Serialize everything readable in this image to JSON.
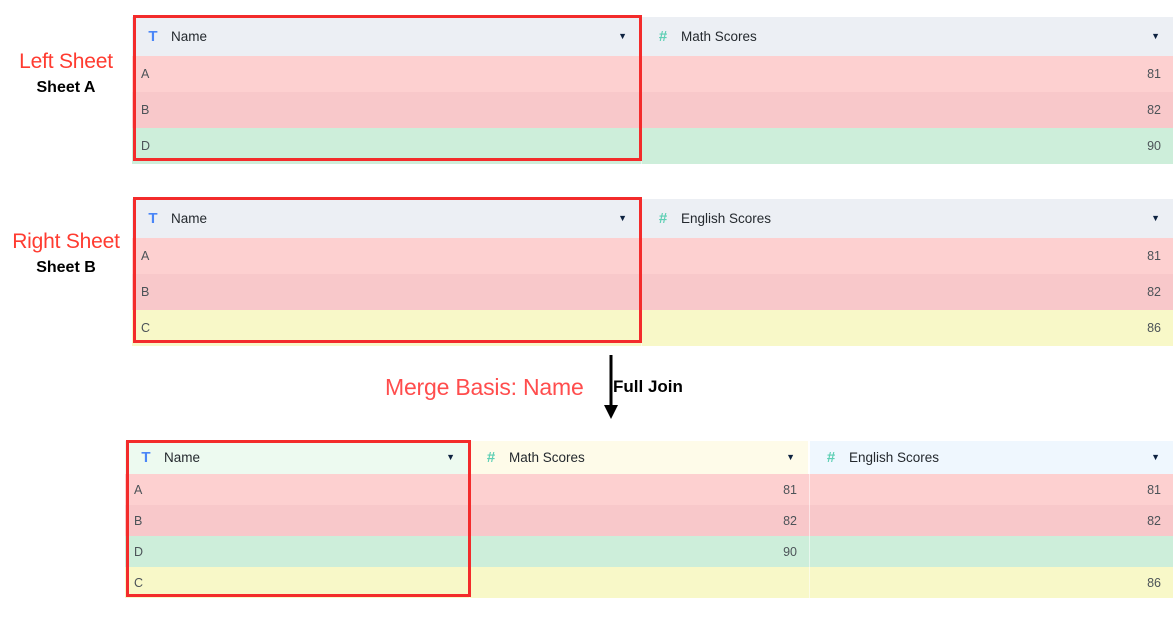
{
  "labels": {
    "left_sheet": "Left Sheet",
    "left_sheet_name": "Sheet A",
    "right_sheet": "Right Sheet",
    "right_sheet_name": "Sheet B"
  },
  "annotation": {
    "merge_basis": "Merge Basis: Name",
    "join_type": "Full Join",
    "arrow_icon": "down-arrow-icon",
    "red_color": "#ff4d4d",
    "black_color": "#000000"
  },
  "icons": {
    "text_type": "T",
    "number_type": "#",
    "caret": "▼",
    "text_type_name": "text-column-type-icon",
    "number_type_name": "number-column-type-icon",
    "caret_name": "chevron-down-icon",
    "text_color": "#4a86f7",
    "number_color": "#5ecfb4"
  },
  "sheet_a": {
    "columns": [
      {
        "label": "Name",
        "type": "text"
      },
      {
        "label": "Math Scores",
        "type": "number"
      }
    ],
    "rows": [
      {
        "name": "A",
        "score": "81",
        "fill": "pinkA"
      },
      {
        "name": "B",
        "score": "82",
        "fill": "pinkB"
      },
      {
        "name": "D",
        "score": "90",
        "fill": "green"
      }
    ]
  },
  "sheet_b": {
    "columns": [
      {
        "label": "Name",
        "type": "text"
      },
      {
        "label": "English Scores",
        "type": "number"
      }
    ],
    "rows": [
      {
        "name": "A",
        "score": "81",
        "fill": "pinkA"
      },
      {
        "name": "B",
        "score": "82",
        "fill": "pinkB"
      },
      {
        "name": "C",
        "score": "86",
        "fill": "yellow"
      }
    ]
  },
  "merged_sheet": {
    "columns": [
      {
        "label": "Name",
        "type": "text",
        "tint": "green"
      },
      {
        "label": "Math Scores",
        "type": "number",
        "tint": "yellow"
      },
      {
        "label": "English Scores",
        "type": "number",
        "tint": "blue"
      }
    ],
    "rows": [
      {
        "name": "A",
        "math": "81",
        "english": "81",
        "fill": "pinkA"
      },
      {
        "name": "B",
        "math": "82",
        "english": "82",
        "fill": "pinkB"
      },
      {
        "name": "D",
        "math": "90",
        "english": "",
        "fill": "green"
      },
      {
        "name": "C",
        "math": "",
        "english": "86",
        "fill": "yellow"
      }
    ]
  }
}
